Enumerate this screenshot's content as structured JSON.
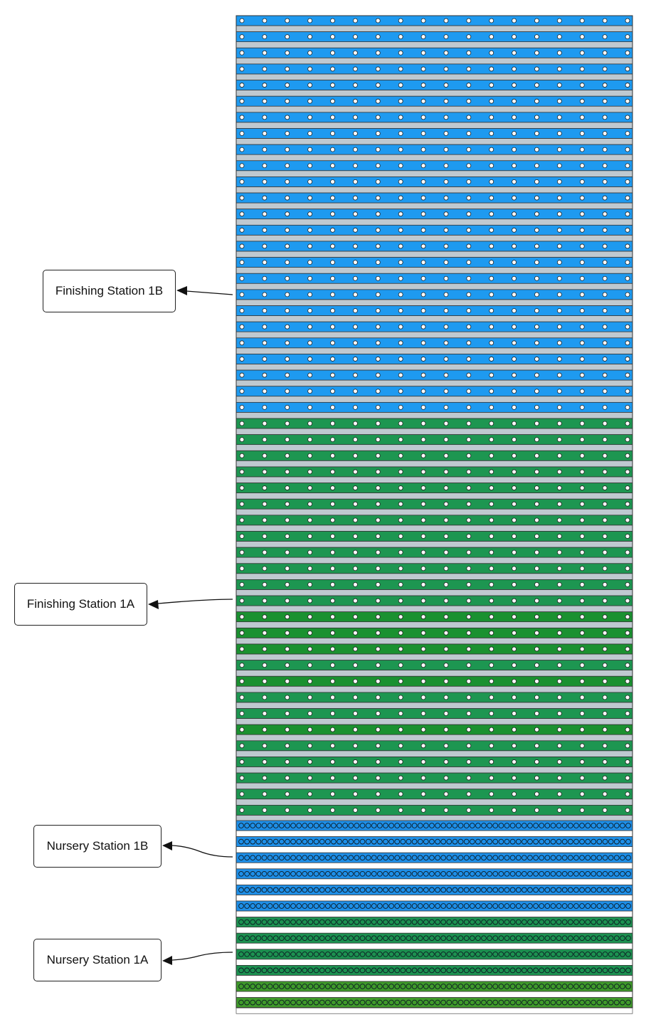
{
  "labels": {
    "finishing_1b": "Finishing Station 1B",
    "finishing_1a": "Finishing Station 1A",
    "nursery_1b": "Nursery Station 1B",
    "nursery_1a": "Nursery Station 1A"
  },
  "sections": [
    {
      "id": "finishing-1b",
      "kind": "finishing",
      "channels": 25,
      "colors": [
        "#1e9af0"
      ],
      "holes_per_channel": 18
    },
    {
      "id": "finishing-1a",
      "kind": "finishing",
      "channels": 25,
      "colors": [
        "#1d9651",
        "#1d9651",
        "#1d9651",
        "#1d9651",
        "#1d9651",
        "#1d9651",
        "#1d9651",
        "#1d9651",
        "#1d9651",
        "#1d9651",
        "#1d9651",
        "#1d9651",
        "#1a9130",
        "#1a9130",
        "#1a9130",
        "#1d9651",
        "#1a9130",
        "#1d9651",
        "#1d9651",
        "#1a9130",
        "#1d9651",
        "#1d9651",
        "#1d9651",
        "#1d9651",
        "#1d9651"
      ],
      "holes_per_channel": 18
    },
    {
      "id": "nursery-1b",
      "kind": "nursery",
      "channels": 6,
      "colors": [
        "#1e8fe8"
      ],
      "holes_per_channel": 68
    },
    {
      "id": "nursery-1a",
      "kind": "nursery",
      "channels": 6,
      "colors": [
        "#1c9150",
        "#1c9150",
        "#1c9150",
        "#1c9150",
        "#3f9a2a",
        "#3f9a2a"
      ],
      "holes_per_channel": 68
    }
  ],
  "colors": {
    "finishing_gap": "#bfc9d0",
    "nursery_gap": "#ffffff",
    "finishing_hole": "#ffffff",
    "nursery_hole_blue": "#1e8fe8",
    "outline": "#333333"
  }
}
